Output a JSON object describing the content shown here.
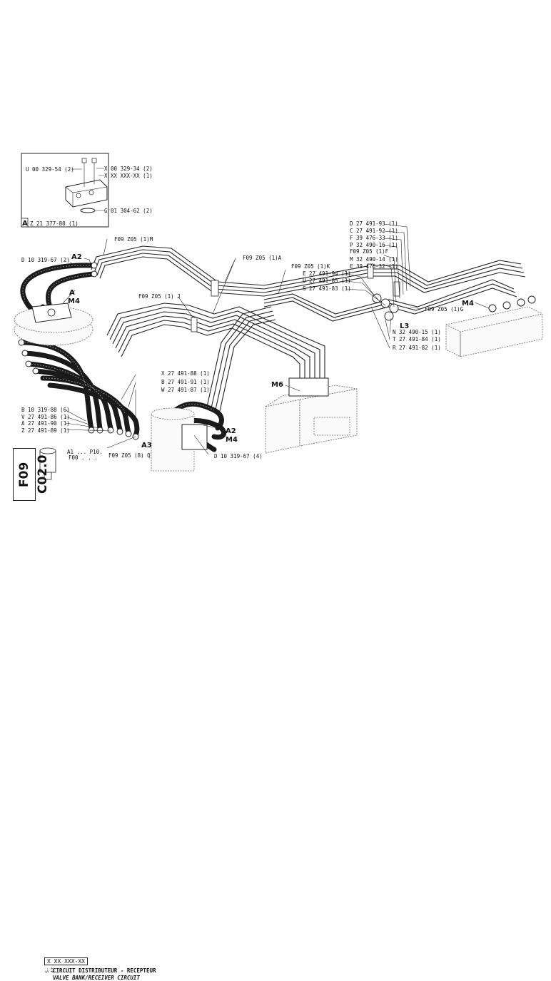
{
  "inset": {
    "bolt_u": "U 00 329-54 (2)",
    "bolt_x": "X 00 329-34 (2)",
    "item_x": "X XX XXX-XX (1)",
    "oring_g": "G 01 304-62 (2)",
    "plate_letter": "A",
    "plate_code": "Z 21 377-80 (1)"
  },
  "refs": {
    "ref_m": "F09 Z05 (1)M",
    "ref_a": "F09 Z05 (1)A",
    "ref_k": "F09 Z05 (1)K",
    "ref_f": "F09 Z05 (1)F",
    "ref_j": "F09 Z05 (1) J",
    "ref_g": "F09 Z05 (1)G",
    "ref_q": "F09 Z05 (8) Q",
    "ref_f00": "F00 . . ."
  },
  "labels": {
    "d_top": "D 10 319-67 (2)",
    "a2_top": "A2",
    "a_top": "A",
    "m4_top": "M4",
    "x88": "X 27 491-88 (1)",
    "b91": "B 27 491-91 (1)",
    "w87": "W 27 491-87 (1)",
    "b10": "B 10 319-88 (6)",
    "v86": "V 27 491-86 (1)",
    "a90": "A 27 491-90 (1)",
    "z89": "Z 27 491-89 (1)",
    "a3": "A3",
    "a1p10": "A1 ... P10.",
    "m6": "M6",
    "a2_low": "A2",
    "m4_low": "M4",
    "d_low": "D 10 319-67 (4)",
    "d93": "D 27 491-93 (1)",
    "c92": "C 27 491-92 (1)",
    "f33": "F 39 476-33 (1)",
    "p16": "P 32 490-16 (1)",
    "m14": "M 32 490-14 (1)",
    "e32": "E 39 476-32 (1)",
    "e94": "E 27 491-94 (1)",
    "u85": "U 27 491-85 (1)",
    "s83": "S 27 491-83 (1)",
    "l3": "L3",
    "n15": "N 32 490-15 (1)",
    "t84": "T 27 491-84 (1)",
    "r82": "R 27 491-82 (1)",
    "m4_right": "M4"
  },
  "titleblock": {
    "side_code": "F09 C02.0",
    "ref_box": "X XX XXX-XX",
    "sheet": "S-42",
    "title_fr": "CIRCUIT DISTRIBUTEUR - RECEPTEUR",
    "title_en": "VALVE BANK/RECEIVER CIRCUIT"
  }
}
